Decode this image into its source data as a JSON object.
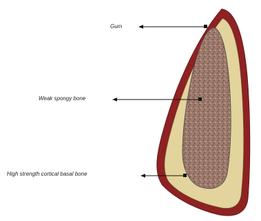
{
  "diagram": {
    "labels": {
      "gum": "Gum",
      "spongy_bone": "Weak spongy bone",
      "basal_bone": "High strength cortical basal bone"
    },
    "colors": {
      "gum": "#8e2222",
      "cortical_bone": "#e3d39c",
      "spongy_bone": "#9c7a6c",
      "spongy_speckle_dark": "#6e4a3e",
      "spongy_speckle_light": "#c9b3a6",
      "arrow": "#111111",
      "outline": "#333333"
    }
  }
}
